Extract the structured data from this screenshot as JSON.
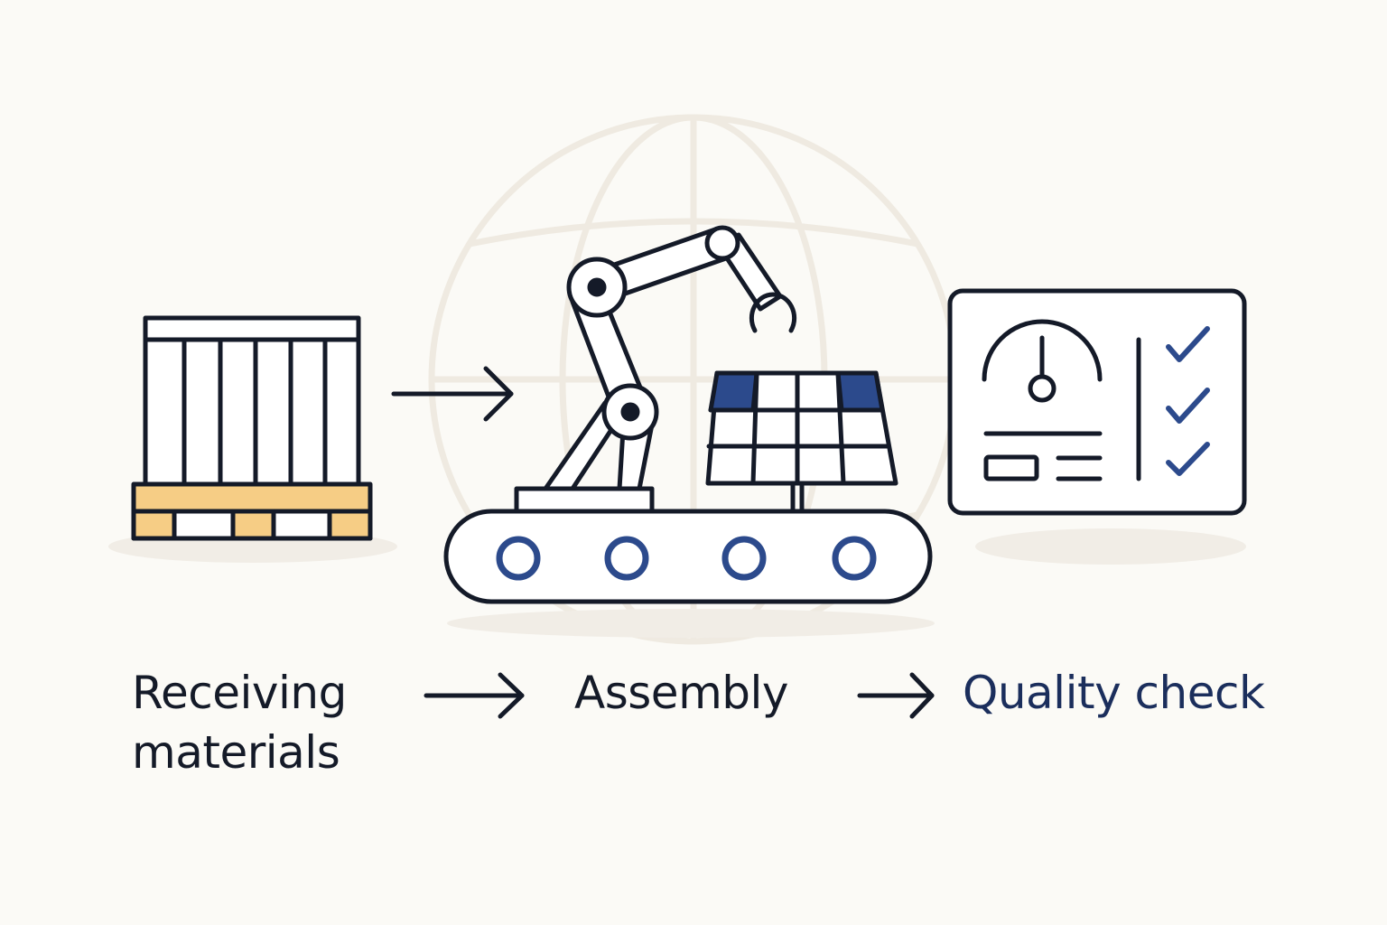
{
  "stages": [
    {
      "id": "receiving",
      "label_line1": "Receiving",
      "label_line2": "materials",
      "icon": "pallet-crate-icon"
    },
    {
      "id": "assembly",
      "label": "Assembly",
      "icon": "robot-arm-conveyor-icon"
    },
    {
      "id": "quality",
      "label": "Quality check",
      "icon": "dashboard-checklist-icon"
    }
  ],
  "colors": {
    "background": "#fbfaf6",
    "stroke": "#141a28",
    "navy": "#2c4a8c",
    "text_accent": "#1b2e5c",
    "pallet_fill": "#f6cd85",
    "globe_watermark": "#ede8de",
    "shadow": "#f1ede6"
  },
  "decor": {
    "background_icon": "globe-icon"
  }
}
